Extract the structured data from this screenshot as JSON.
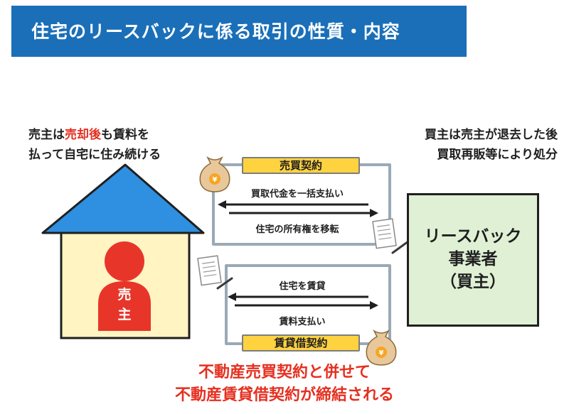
{
  "title": "住宅のリースバックに係る取引の性質・内容",
  "seller_caption": {
    "line1_before": "売主は",
    "line1_highlight": "売却後",
    "line1_after": "も賃料を",
    "line2": "払って自宅に住み続ける"
  },
  "buyer_caption": {
    "line1": "買主は売主が退去した後",
    "line2": "買取再販等により処分"
  },
  "house": {
    "char_top": "売",
    "char_bottom": "主"
  },
  "sale_contract": {
    "label": "売買契約",
    "flow_top": "買取代金を一括支払い",
    "flow_bottom": "住宅の所有権を移転"
  },
  "lease_contract": {
    "label": "賃貸借契約",
    "flow_top": "住宅を賃貸",
    "flow_bottom": "賃料支払い"
  },
  "company": {
    "line1": "リースバック",
    "line2": "事業者",
    "line3": "（買主）"
  },
  "bottom_note": {
    "line1": "不動産売買契約と併せて",
    "line2": "不動産賃貸借契約が締結される"
  },
  "icons": {
    "money_bag": "money-bag-yen-icon",
    "document": "contract-document-icon",
    "pen": "pen-icon"
  },
  "colors": {
    "title_bar": "#1a6fb8",
    "roof": "#2f8fe0",
    "house_wall": "#fff4c2",
    "person": "#e8352a",
    "tab": "#ffd23f",
    "company_box": "#dff0d4",
    "highlight_red": "#e53020"
  }
}
